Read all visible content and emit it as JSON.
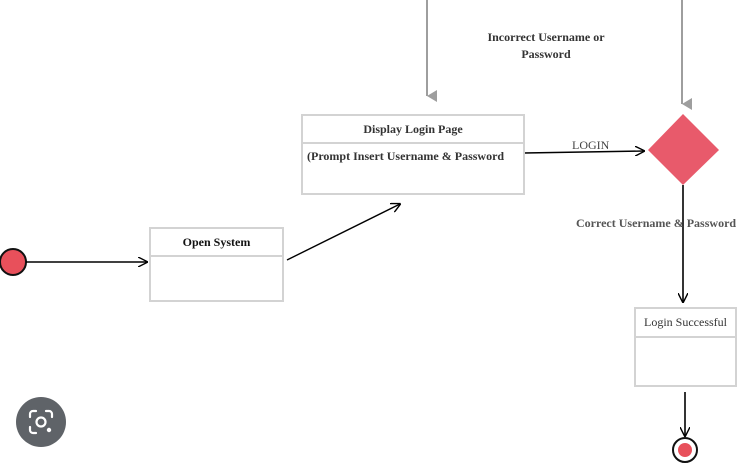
{
  "states": {
    "open_system": {
      "title": "Open System",
      "body": ""
    },
    "display_login": {
      "title": "Display  Login Page",
      "body": "(Prompt  Insert Username   & Password"
    },
    "login_successful": {
      "title": "Login  Successful",
      "body": ""
    }
  },
  "transitions": {
    "login": "LOGIN",
    "incorrect_line1": "Incorrect Username  or",
    "incorrect_line2": "Password",
    "correct": "Correct Username  & Password"
  },
  "colors": {
    "start_node": "#e8505b",
    "decision": "#e85a6b",
    "end_node": "#e8505b",
    "box_border": "#d3d3d3",
    "arrow_gray": "#9e9e9e",
    "arrow_black": "#000000",
    "lens_bg": "#5f6368"
  },
  "icons": {
    "lens": "google-lens-icon"
  }
}
